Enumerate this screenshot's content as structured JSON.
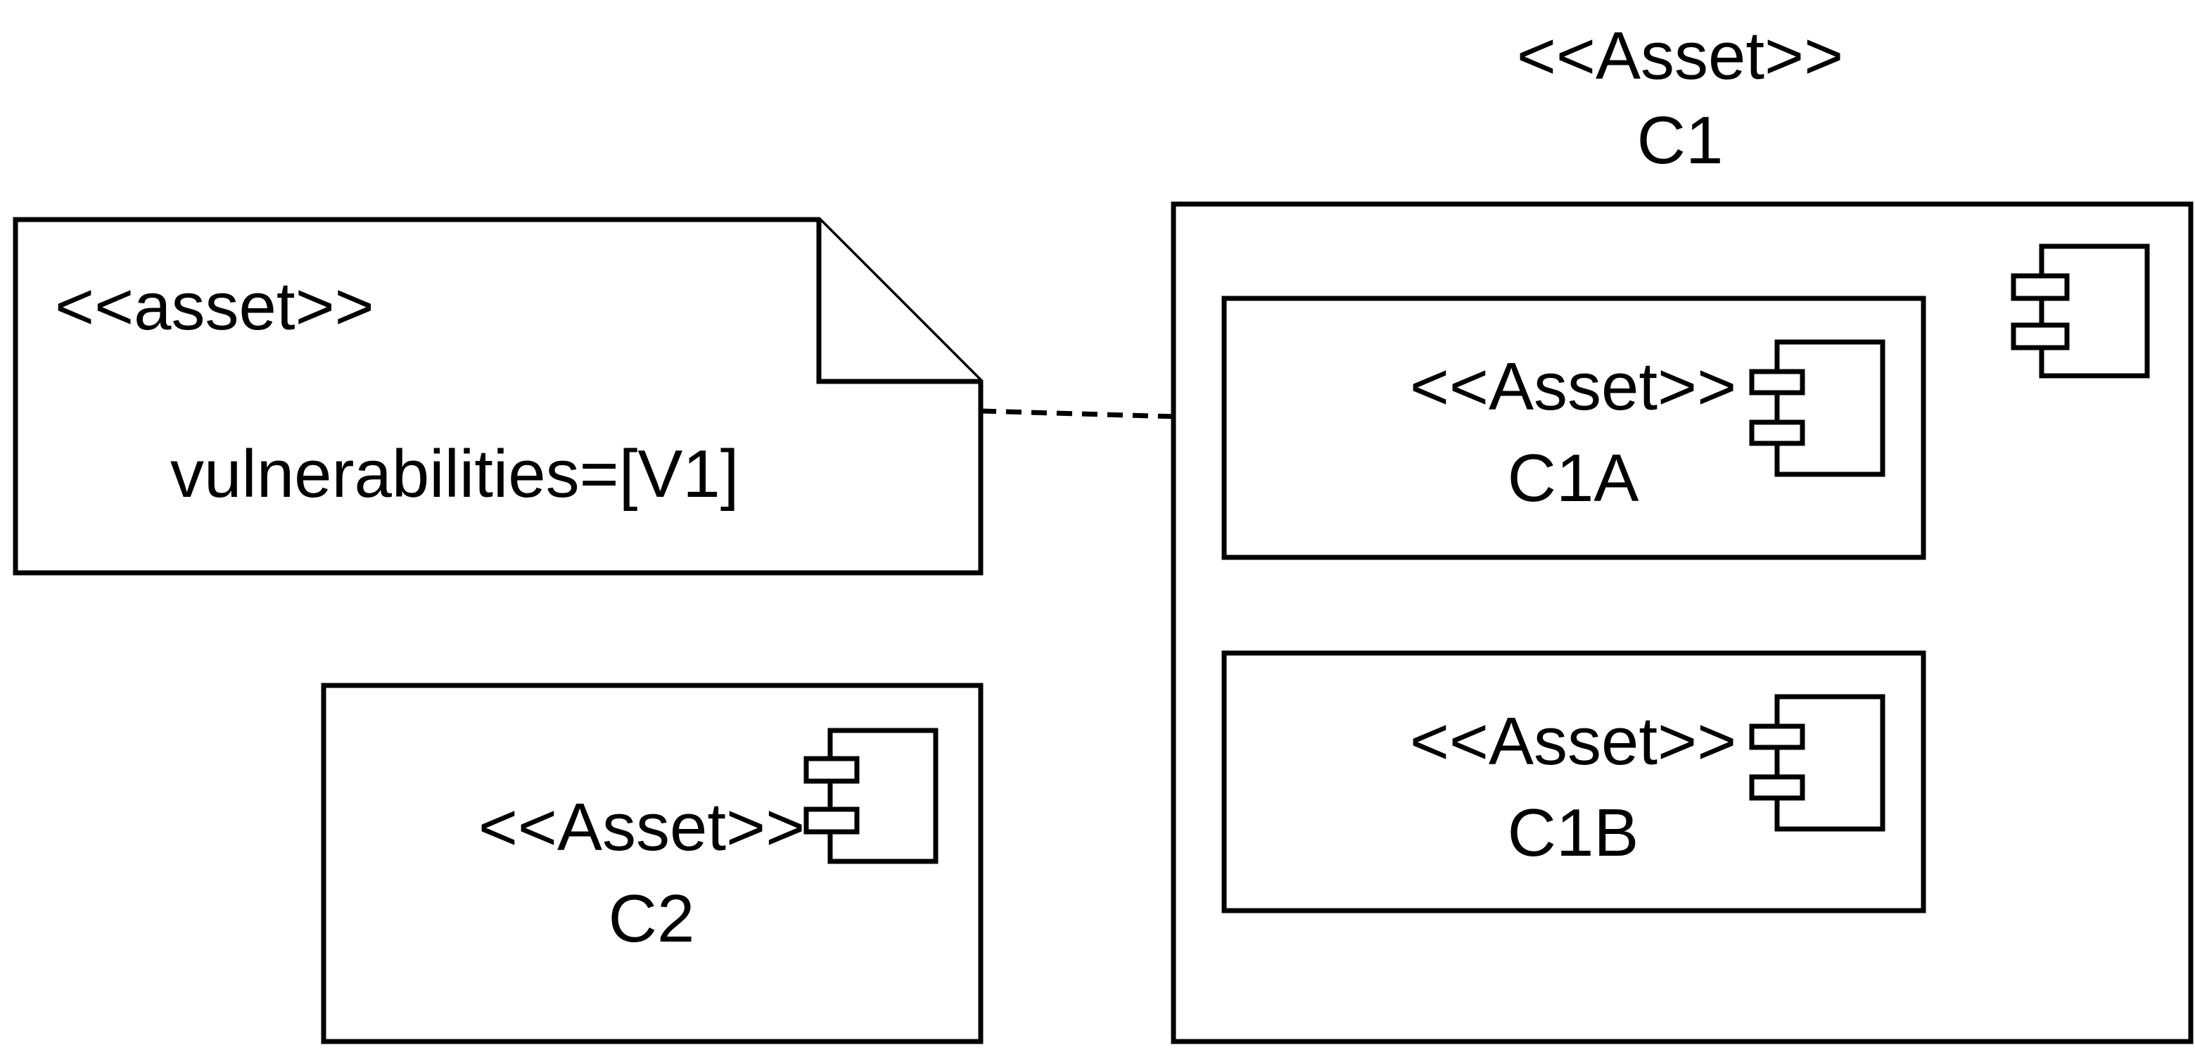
{
  "diagram": {
    "note": {
      "stereotype": "<<asset>>",
      "text": "vulnerabilities=[V1]"
    },
    "c1": {
      "stereotype": "<<Asset>>",
      "name": "C1"
    },
    "c1a": {
      "stereotype": "<<Asset>>",
      "name": "C1A"
    },
    "c1b": {
      "stereotype": "<<Asset>>",
      "name": "C1B"
    },
    "c2": {
      "stereotype": "<<Asset>>",
      "name": "C2"
    }
  }
}
